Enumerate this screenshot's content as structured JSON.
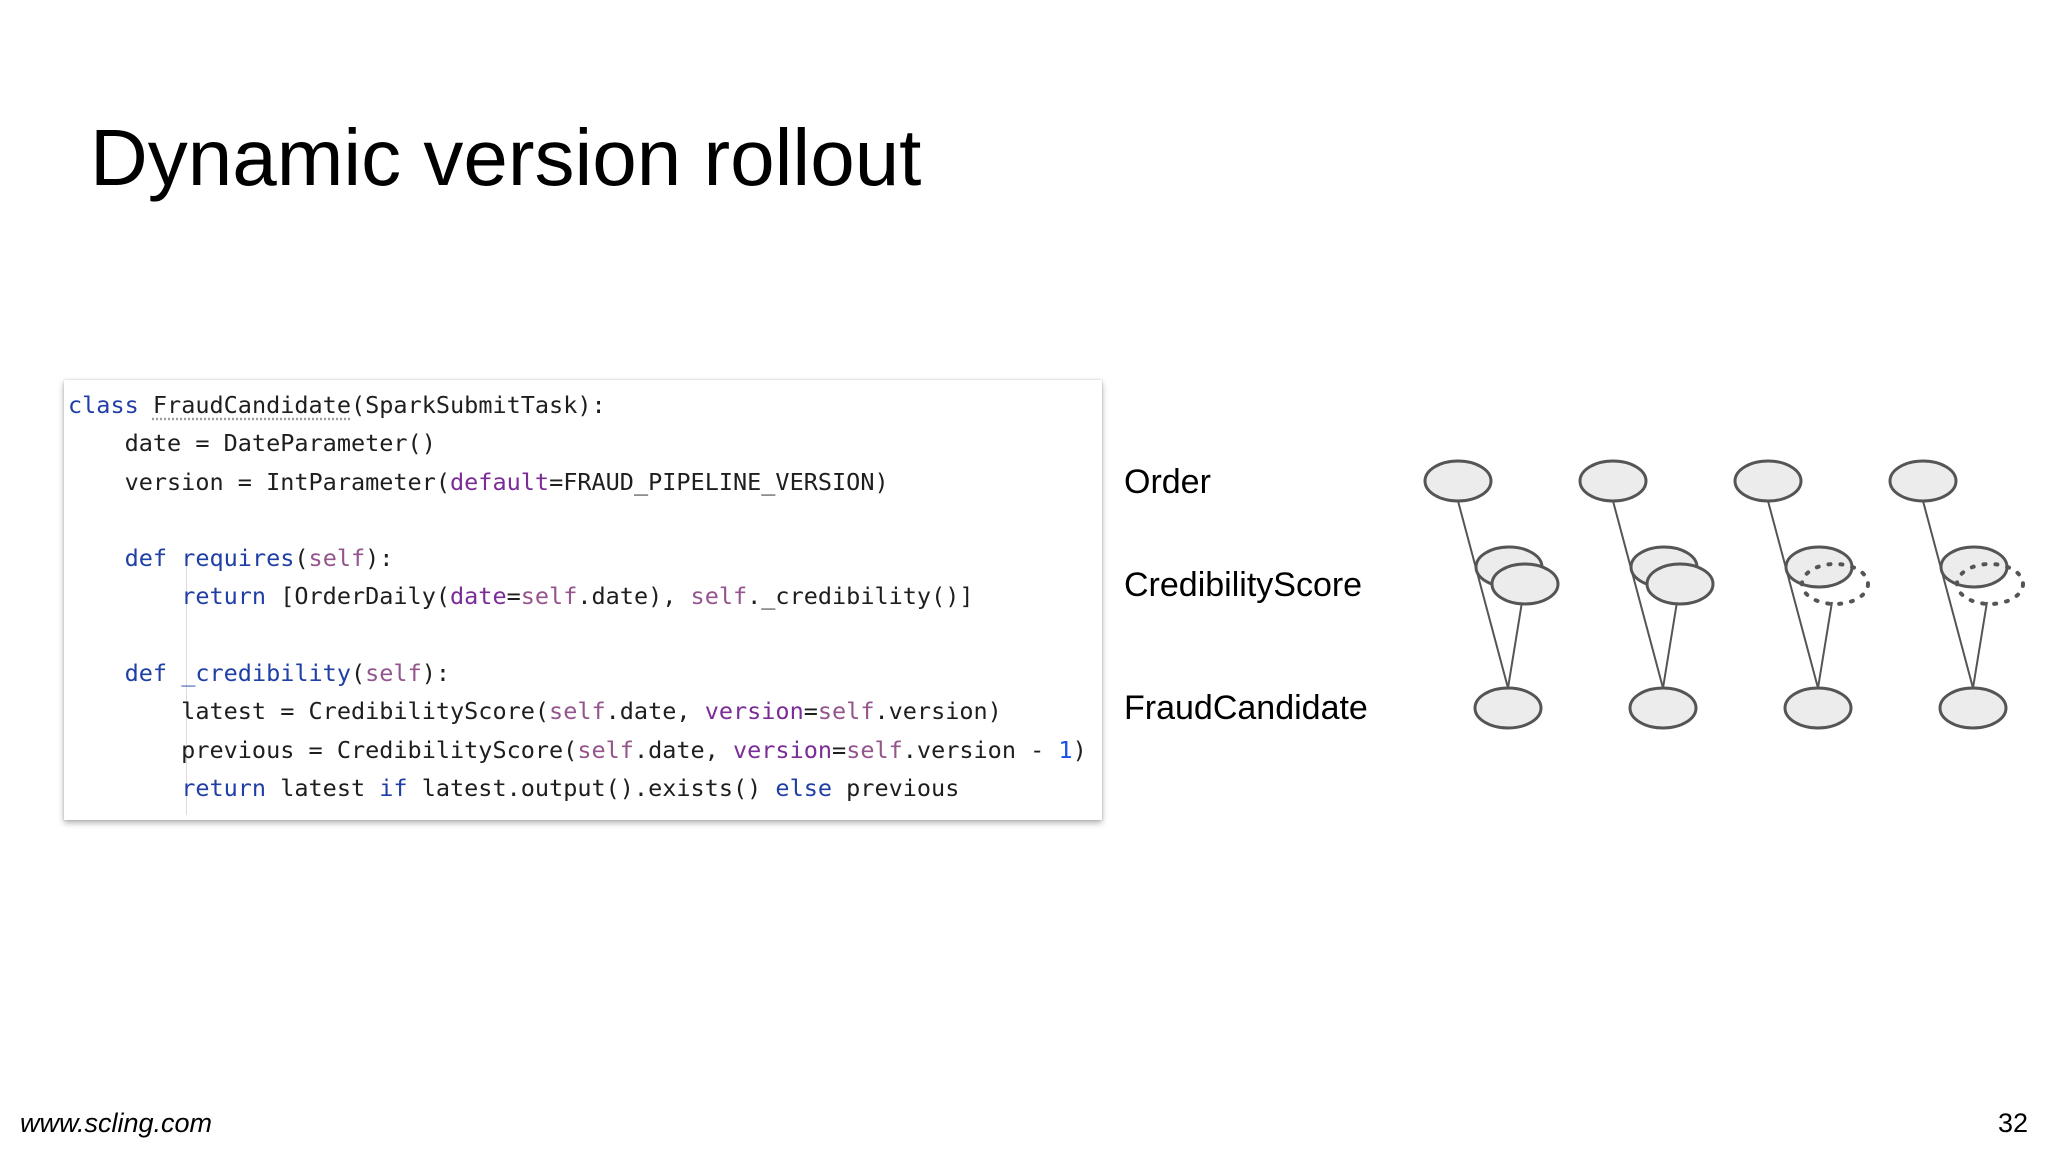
{
  "slide": {
    "title": "Dynamic version rollout",
    "footer_url": "www.scling.com",
    "page_number": "32"
  },
  "code": {
    "lines": [
      [
        {
          "t": "class",
          "c": "kw"
        },
        {
          "t": " "
        },
        {
          "t": "FraudCandidate",
          "c": "uline"
        },
        {
          "t": "(SparkSubmitTask):"
        }
      ],
      [
        {
          "t": "    date = DateParameter()"
        }
      ],
      [
        {
          "t": "    version = IntParameter("
        },
        {
          "t": "default",
          "c": "named"
        },
        {
          "t": "=FRAUD_PIPELINE_VERSION)"
        }
      ],
      [],
      [
        {
          "t": "    "
        },
        {
          "t": "def",
          "c": "kw"
        },
        {
          "t": " "
        },
        {
          "t": "requires",
          "c": "kw"
        },
        {
          "t": "("
        },
        {
          "t": "self",
          "c": "slf"
        },
        {
          "t": "):"
        }
      ],
      [
        {
          "t": "        "
        },
        {
          "t": "return",
          "c": "kw"
        },
        {
          "t": " [OrderDaily("
        },
        {
          "t": "date",
          "c": "named"
        },
        {
          "t": "="
        },
        {
          "t": "self",
          "c": "slf"
        },
        {
          "t": ".date), "
        },
        {
          "t": "self",
          "c": "slf"
        },
        {
          "t": "._credibility()]"
        }
      ],
      [],
      [
        {
          "t": "    "
        },
        {
          "t": "def",
          "c": "kw"
        },
        {
          "t": " "
        },
        {
          "t": "_credibility",
          "c": "kw"
        },
        {
          "t": "("
        },
        {
          "t": "self",
          "c": "slf"
        },
        {
          "t": "):"
        }
      ],
      [
        {
          "t": "        latest = CredibilityScore("
        },
        {
          "t": "self",
          "c": "slf"
        },
        {
          "t": ".date, "
        },
        {
          "t": "version",
          "c": "named"
        },
        {
          "t": "="
        },
        {
          "t": "self",
          "c": "slf"
        },
        {
          "t": ".version)"
        }
      ],
      [
        {
          "t": "        previous = CredibilityScore("
        },
        {
          "t": "self",
          "c": "slf"
        },
        {
          "t": ".date, "
        },
        {
          "t": "version",
          "c": "named"
        },
        {
          "t": "="
        },
        {
          "t": "self",
          "c": "slf"
        },
        {
          "t": ".version - "
        },
        {
          "t": "1",
          "c": "num"
        },
        {
          "t": ")"
        }
      ],
      [
        {
          "t": "        "
        },
        {
          "t": "return",
          "c": "kw"
        },
        {
          "t": " latest "
        },
        {
          "t": "if",
          "c": "kw"
        },
        {
          "t": " latest.output().exists() "
        },
        {
          "t": "else",
          "c": "kw"
        },
        {
          "t": " previous"
        }
      ]
    ]
  },
  "diagram": {
    "labels": {
      "order": "Order",
      "credibility": "CredibilityScore",
      "fraud": "FraudCandidate"
    },
    "columns": [
      {
        "credibility_back": "solid",
        "credibility_front": "solid"
      },
      {
        "credibility_back": "solid",
        "credibility_front": "solid"
      },
      {
        "credibility_back": "solid",
        "credibility_front": "dotted"
      },
      {
        "credibility_back": "solid",
        "credibility_front": "dotted"
      }
    ]
  }
}
